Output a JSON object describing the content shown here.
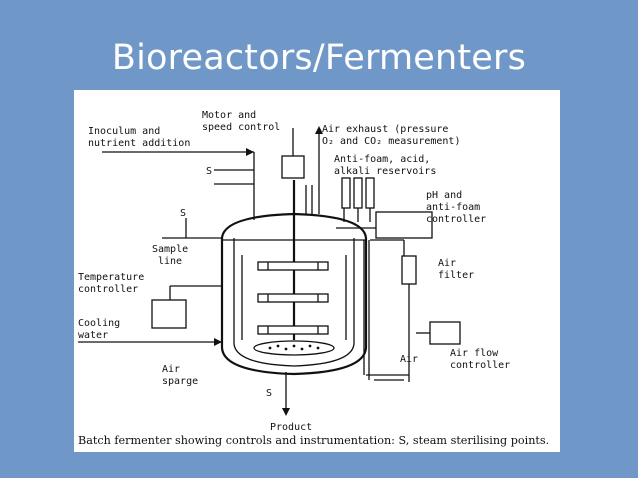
{
  "slide": {
    "title": "Bioreactors/Fermenters"
  },
  "diagram": {
    "labels": {
      "motor": "Motor and",
      "motor2": "speed control",
      "inoculum": "Inoculum and",
      "inoculum2": "nutrient addition",
      "air_exhaust": "Air exhaust (pressure",
      "air_exhaust2": "O₂ and CO₂ measurement)",
      "antifoam": "Anti-foam, acid,",
      "antifoam2": "alkali reservoirs",
      "ph": "pH and",
      "ph2": "anti-foam",
      "ph3": "controller",
      "sample": "Sample",
      "sample2": "line",
      "temp": "Temperature",
      "temp2": "controller",
      "airfilter": "Air",
      "airfilter2": "filter",
      "cooling": "Cooling",
      "cooling2": "water",
      "airflow": "Air flow",
      "airflow2": "controller",
      "air_in": "Air",
      "sparge": "Air",
      "sparge2": "sparge",
      "product": "Product",
      "s1": "S",
      "s2": "S",
      "s3": "S"
    },
    "caption": "Batch fermenter showing controls and instrumentation: S, steam sterilising points."
  }
}
